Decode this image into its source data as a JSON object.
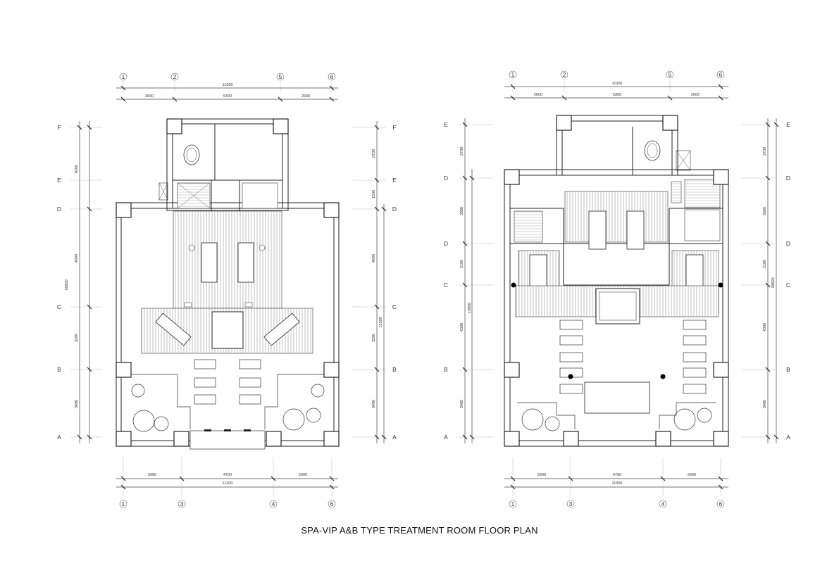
{
  "title": "SPA-VIP A&B TYPE TREATMENT ROOM FLOOR PLAN",
  "plan_a": {
    "top_axes": [
      "1",
      "2",
      "5",
      "6"
    ],
    "bottom_axes": [
      "1",
      "3",
      "4",
      "6"
    ],
    "row_axes": [
      "F",
      "E",
      "D",
      "C",
      "B",
      "A"
    ],
    "top_overall": "11300",
    "top_spans": [
      "2600",
      "5300",
      "2600"
    ],
    "bottom_overall": "11300",
    "bottom_spans": [
      "2900",
      "4700",
      "2900"
    ],
    "left_rows": [
      "4200",
      "4990",
      "3290",
      "3490"
    ],
    "left_overall": "16600",
    "right_rows": [
      "2700",
      "1500",
      "4990",
      "3290",
      "3490"
    ],
    "right_overall": "12300"
  },
  "plan_b": {
    "top_axes": [
      "1",
      "2",
      "5",
      "6"
    ],
    "bottom_axes": [
      "1",
      "3",
      "4",
      "6"
    ],
    "row_axes": [
      "E",
      "D",
      "D",
      "C",
      "B",
      "A"
    ],
    "top_overall": "11300",
    "top_spans": [
      "2600",
      "5300",
      "2600"
    ],
    "bottom_overall": "11300",
    "bottom_spans": [
      "2900",
      "4700",
      "2900"
    ],
    "left_rows": [
      "2700",
      "3300",
      "2100",
      "4300",
      "3400"
    ],
    "left_overall": "13900",
    "right_rows": [
      "2700",
      "3300",
      "2100",
      "4300",
      "3400"
    ],
    "right_overall": "16600"
  }
}
